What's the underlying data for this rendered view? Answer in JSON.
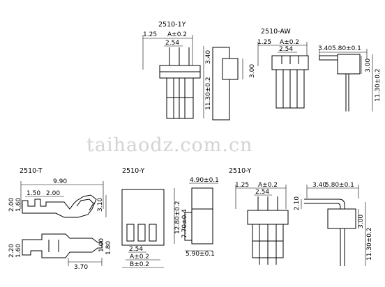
{
  "watermark": "taihaodz.com.cn",
  "views": {
    "v1": {
      "title": "2510-1Y",
      "dim_pitch_offset": "1.25",
      "dim_a": "A±0.2",
      "dim_pitch": "2.54",
      "dim_top": "3.40",
      "dim_body": "3.00",
      "dim_length": "11.30±0.2"
    },
    "v2": {
      "title": "2510-AW",
      "dim_pitch_offset": "1.25",
      "dim_a": "A±0.2",
      "dim_pitch": "2.54",
      "dim_top": "3.40",
      "dim_width": "5.80±0.1",
      "dim_body": "3.00",
      "dim_length": "11.30±0.2"
    },
    "v3": {
      "title": "2510-T",
      "dim_total": "9.90",
      "dim_a": "1.50",
      "dim_b": "2.00",
      "dim_h1": "2.00",
      "dim_h2": "1.60",
      "dim_h3": "3.10",
      "dim_h4": "2.20",
      "dim_h5": "1.60",
      "dim_h6": "1.00",
      "dim_h7": "1.80",
      "dim_bottom": "3.70"
    },
    "v4": {
      "title": "2510-Y",
      "dim_pitch": "2.54",
      "dim_a": "A±0.2",
      "dim_b": "B±0.2"
    },
    "v5": {
      "dim_top": "4.90±0.1",
      "dim_height": "12.80±0.2",
      "dim_mid": "7.70±0.4",
      "dim_bottom": "5.90±0.1"
    },
    "v6": {
      "title": "2510-Y",
      "dim_pitch_offset": "1.25",
      "dim_a": "A±0.2",
      "dim_pitch": "2.54",
      "dim_pin": "2.10",
      "dim_top": "3.40",
      "dim_width": "5.80±0.1",
      "dim_body": "3.00",
      "dim_length": "11.30±0.2"
    }
  }
}
